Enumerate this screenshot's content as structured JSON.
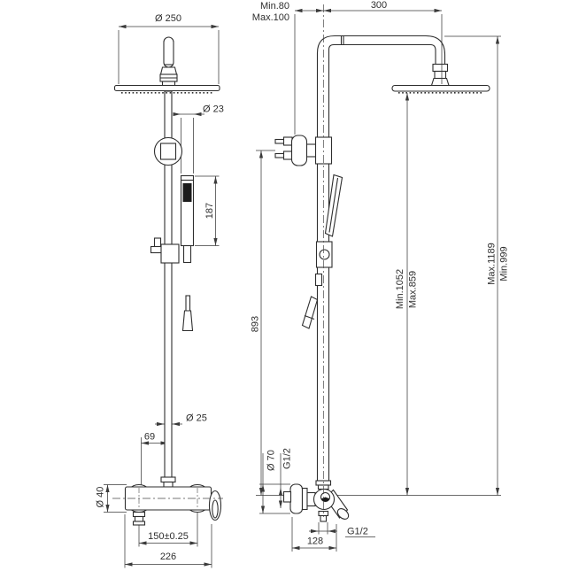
{
  "meta": {
    "title": "Shower column technical drawing - front and side views",
    "background": "#ffffff",
    "line_color": "#2e2e2e",
    "dimension_color": "#3a3a3a"
  },
  "dims": {
    "front": {
      "head_diameter": "Ø 250",
      "handshower_diameter": "Ø 23",
      "handshower_length": "187",
      "riser_diameter": "Ø 25",
      "riser_offset": "69",
      "escutcheon_diameter": "Ø 40",
      "inlet_spacing": "150±0.25",
      "overall_width": "226"
    },
    "side": {
      "wall_min": "Min.80",
      "wall_max": "Max.100",
      "arm_reach": "300",
      "bracket_height": "893",
      "head_height_min": "Min.1052",
      "head_height_max": "Max.859",
      "overall_max": "Max.1189",
      "overall_min": "Min.999",
      "flange_diameter": "Ø 70",
      "inlet_thread": "G1/2",
      "outlet_thread": "G1/2",
      "depth": "128"
    }
  }
}
